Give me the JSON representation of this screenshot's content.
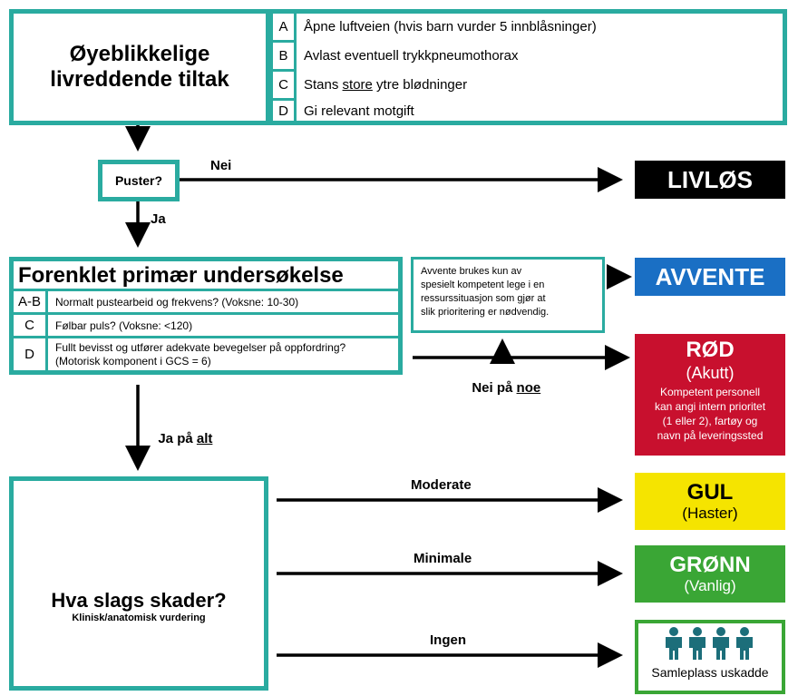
{
  "immediate": {
    "title_line1": "Øyeblikkelige",
    "title_line2": "livreddende tiltak",
    "items": [
      {
        "letter": "A",
        "text": "Åpne luftveien (hvis barn vurder 5 innblåsninger)"
      },
      {
        "letter": "B",
        "text": "Avlast eventuell trykkpneumothorax"
      },
      {
        "letter": "C",
        "text_pre": "Stans ",
        "text_underline": "store",
        "text_post": " ytre blødninger"
      },
      {
        "letter": "D",
        "text": "Gi relevant motgift"
      }
    ]
  },
  "breathing": {
    "question": "Puster?",
    "no_label": "Nei",
    "yes_label": "Ja"
  },
  "primary": {
    "title": "Forenklet primær undersøkelse",
    "items": [
      {
        "letter": "A-B",
        "text": "Normalt pustearbeid og frekvens? (Voksne: 10-30)"
      },
      {
        "letter": "C",
        "text": "Følbar puls? (Voksne: <120)"
      },
      {
        "letter": "D",
        "text_line1": "Fullt bevisst og utfører adekvate bevegelser på oppfordring?",
        "text_line2": "(Motorisk komponent i GCS = 6)"
      }
    ],
    "yes_all_pre": "Ja på ",
    "yes_all_underline": "alt",
    "no_some_pre": "Nei på ",
    "no_some_underline": "noe"
  },
  "await_note": {
    "line1": "Avvente brukes kun av",
    "line2": "spesielt kompetent lege i en",
    "line3": "ressurssituasjon som gjør at",
    "line4": "slik prioritering  er nødvendig."
  },
  "injuries": {
    "title": "Hva slags skader?",
    "subtitle": "Klinisk/anatomisk vurdering",
    "moderate_label": "Moderate",
    "minimal_label": "Minimale",
    "none_label": "Ingen"
  },
  "outcomes": {
    "livlos": {
      "label": "LIVLØS",
      "color": "#000000"
    },
    "avvente": {
      "label": "AVVENTE",
      "color": "#1a6fc4"
    },
    "rod": {
      "label": "RØD",
      "sub": "(Akutt)",
      "desc_line1": "Kompetent personell",
      "desc_line2": "kan angi intern prioritet",
      "desc_line3": "(1 eller 2), fartøy og",
      "desc_line4": "navn på leveringssted",
      "color": "#c8102e"
    },
    "gul": {
      "label": "GUL",
      "sub": "(Haster)",
      "color": "#f5e400"
    },
    "gronn": {
      "label": "GRØNN",
      "sub": "(Vanlig)",
      "color": "#3aa635"
    },
    "samleplass": {
      "label": "Samleplass uskadde",
      "icon": "people-icon",
      "color": "#2aaba0"
    }
  },
  "colors": {
    "teal": "#2aaba0"
  }
}
